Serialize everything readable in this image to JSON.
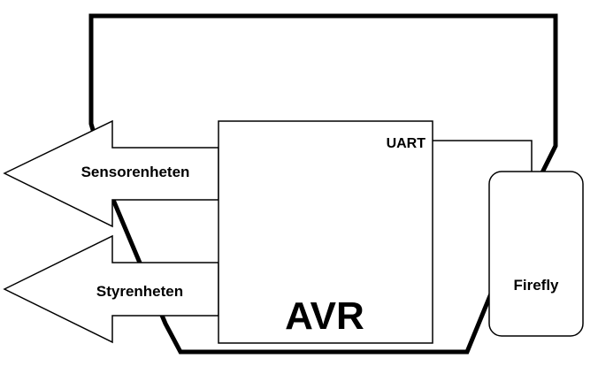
{
  "diagram": {
    "blocks": {
      "avr": "AVR",
      "uart": "UART",
      "firefly": "Firefly"
    },
    "arrows": {
      "sensor": "Sensorenheten",
      "styr": "Styrenheten"
    }
  }
}
